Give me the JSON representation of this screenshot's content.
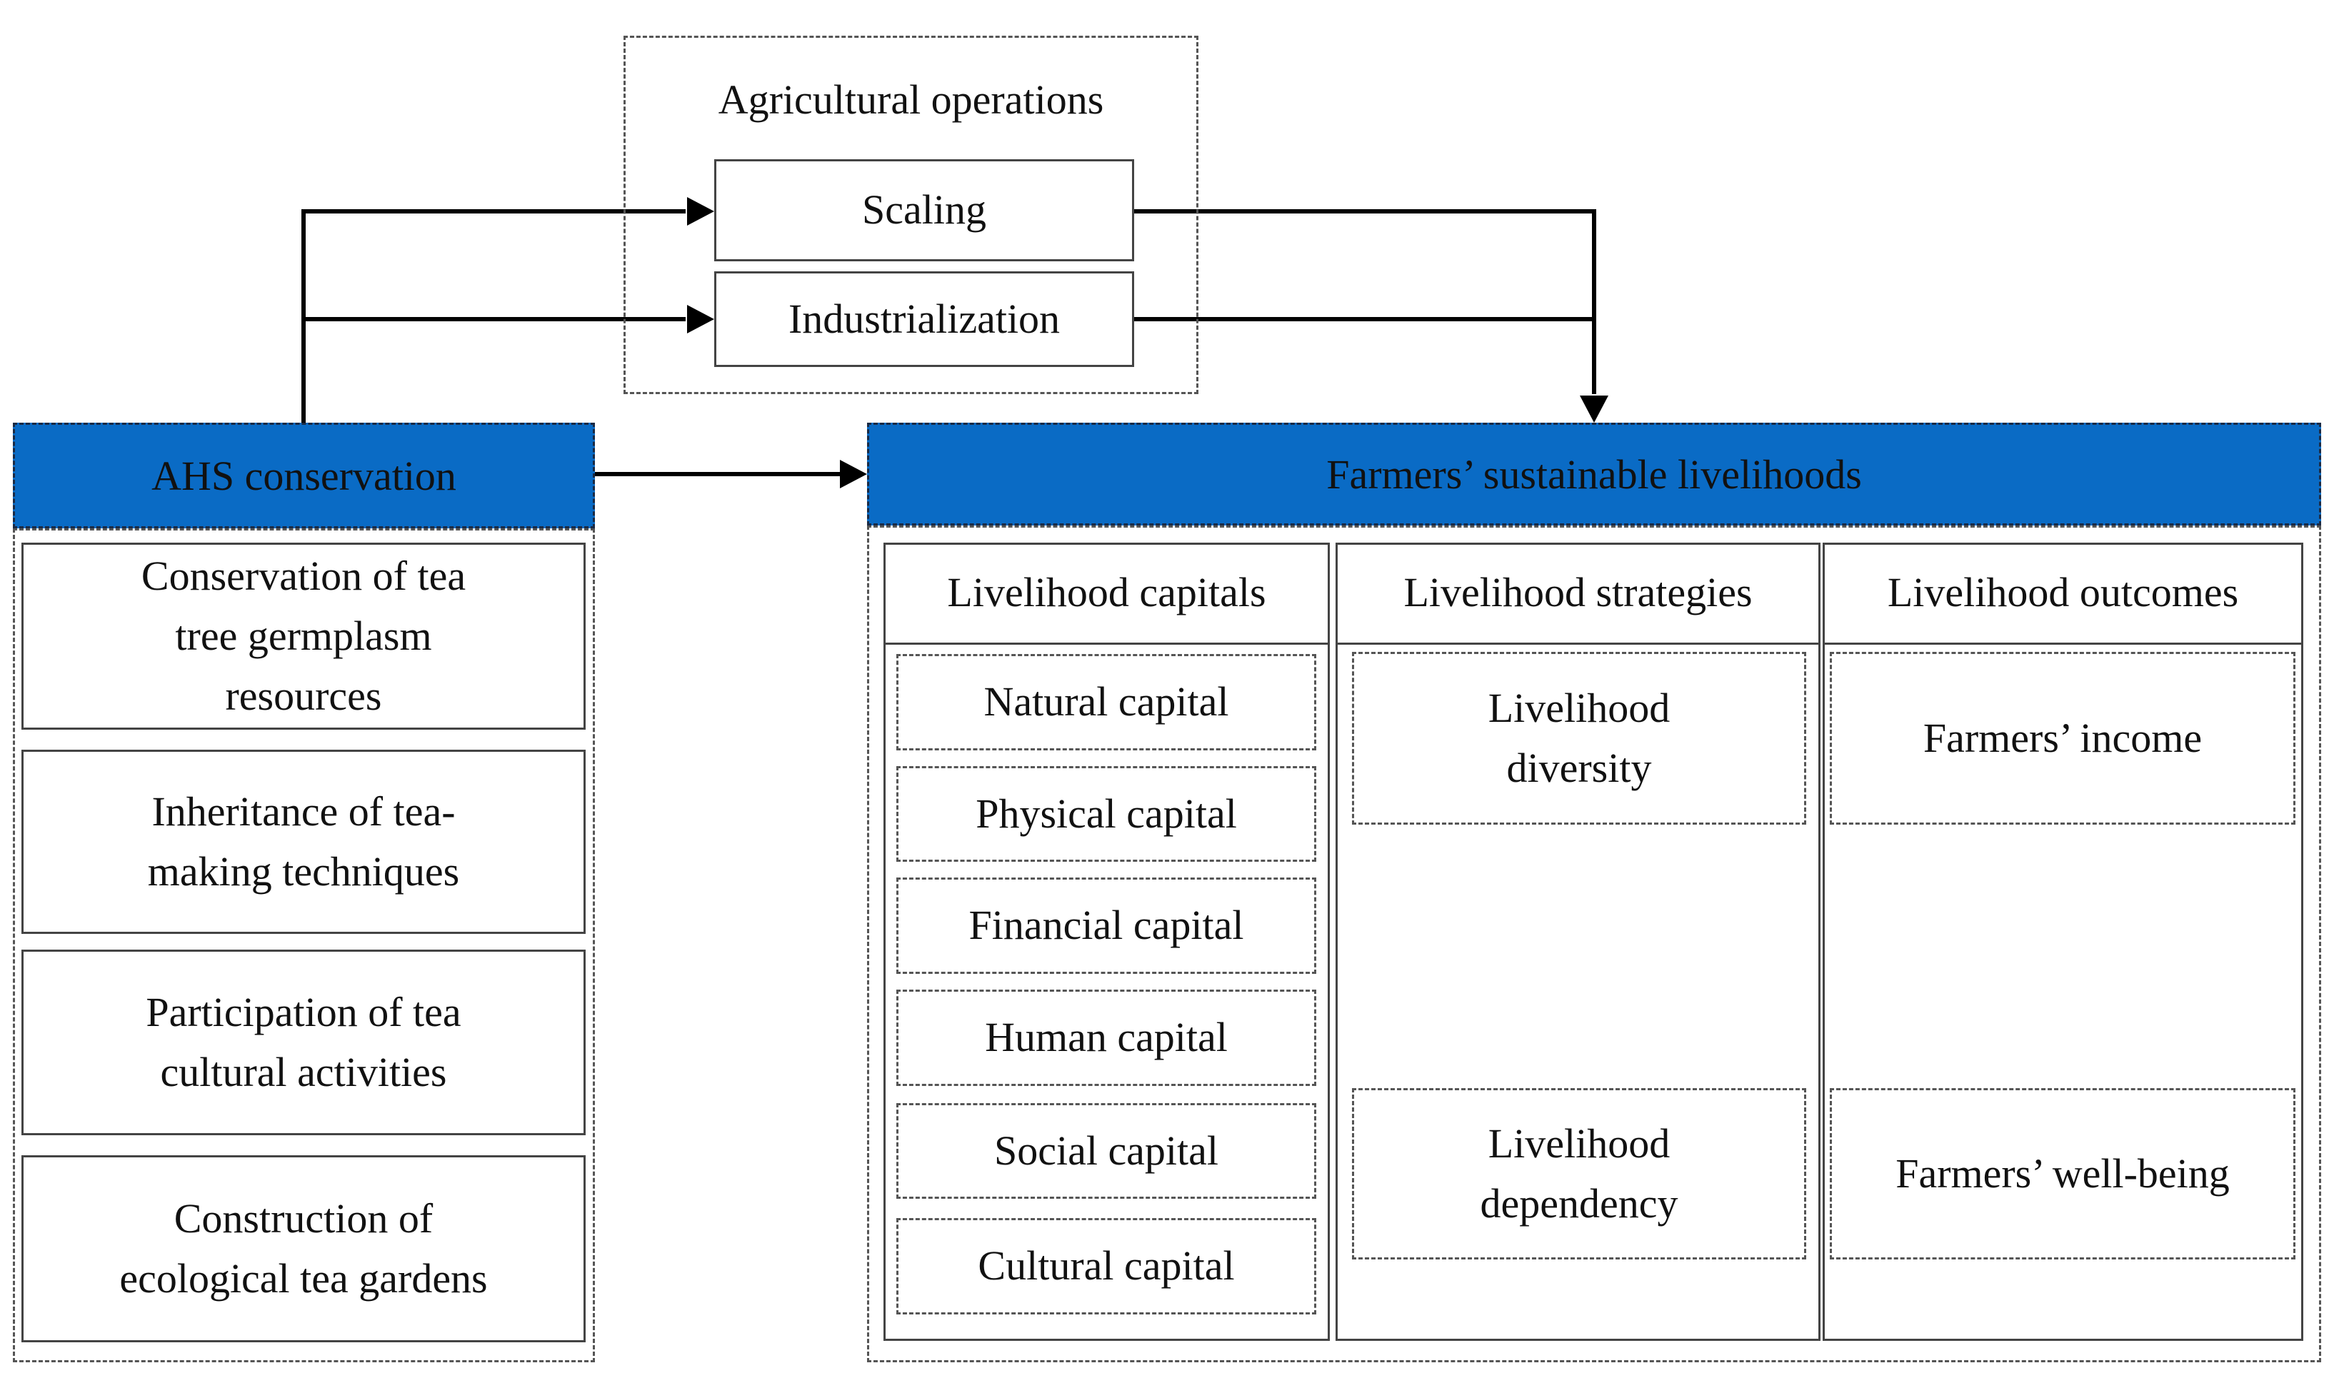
{
  "agricultural_operations": {
    "title": "Agricultural operations",
    "items": [
      "Scaling",
      "Industrialization"
    ]
  },
  "ahs": {
    "title": "AHS conservation",
    "items": [
      "Conservation of tea tree germplasm resources",
      "Inheritance of tea-making techniques",
      "Participation of tea cultural activities",
      "Construction of ecological tea gardens"
    ]
  },
  "livelihoods": {
    "title": "Farmers’ sustainable livelihoods",
    "capitals": {
      "title": "Livelihood capitals",
      "items": [
        "Natural capital",
        "Physical capital",
        "Financial capital",
        "Human capital",
        "Social capital",
        "Cultural capital"
      ]
    },
    "strategies": {
      "title": "Livelihood strategies",
      "items": [
        "Livelihood diversity",
        "Livelihood dependency"
      ]
    },
    "outcomes": {
      "title": "Livelihood outcomes",
      "items": [
        "Farmers’ income",
        "Farmers’ well-being"
      ]
    }
  },
  "colors": {
    "header_fill": "#0a6bc5",
    "line": "#000000"
  }
}
